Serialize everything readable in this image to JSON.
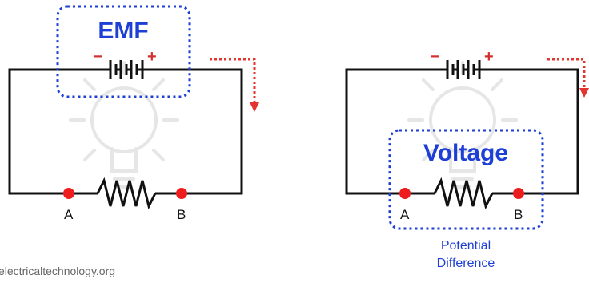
{
  "watermark": "electricaltechnology.org",
  "colors": {
    "wire": "#111111",
    "highlight_box": "#1e3fd6",
    "title_text": "#1e3fd6",
    "node_dot": "#ee1c1c",
    "sign_minus": "#d32f2f",
    "sign_plus": "#d32f2f",
    "current_arrow": "#e3342f",
    "watermark_text": "#666666",
    "bulb_watermark": "#e6e6e6"
  },
  "left_circuit": {
    "box_label": "EMF",
    "battery": {
      "minus_sign": "−",
      "plus_sign": "+"
    },
    "node_a": "A",
    "node_b": "B"
  },
  "right_circuit": {
    "box_label": "Voltage",
    "battery": {
      "minus_sign": "−",
      "plus_sign": "+"
    },
    "node_a": "A",
    "node_b": "B",
    "caption_line1": "Potential",
    "caption_line2": "Difference"
  }
}
